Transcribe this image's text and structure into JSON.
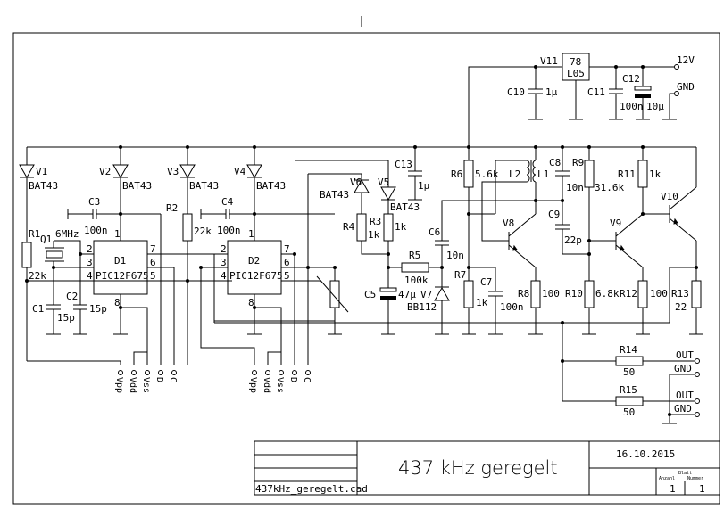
{
  "title_block": {
    "title": "437 kHz geregelt",
    "filename": "437kHz_geregelt.cad",
    "date": "16.10.2015",
    "sheet_label": "Blatt",
    "count_label": "Anzahl",
    "number_label": "Nummer",
    "sheet_count": "1",
    "sheet_number": "1"
  },
  "components": {
    "V1": {
      "ref": "V1",
      "value": "BAT43"
    },
    "V2": {
      "ref": "V2",
      "value": "BAT43"
    },
    "V3": {
      "ref": "V3",
      "value": "BAT43"
    },
    "V4": {
      "ref": "V4",
      "value": "BAT43"
    },
    "V5": {
      "ref": "V5",
      "value": "BAT43"
    },
    "V6": {
      "ref": "V6",
      "value": "BAT43"
    },
    "V7": {
      "ref": "V7",
      "value": "BB112"
    },
    "V8": {
      "ref": "V8"
    },
    "V9": {
      "ref": "V9"
    },
    "V10": {
      "ref": "V10"
    },
    "V11": {
      "ref": "V11",
      "value_line1": "78",
      "value_line2": "L05"
    },
    "R1": {
      "ref": "R1",
      "value": "22k"
    },
    "R2": {
      "ref": "R2",
      "value": "22k"
    },
    "R3": {
      "ref": "R3",
      "value": "1k"
    },
    "R4": {
      "ref": "R4",
      "value": "1k"
    },
    "R5": {
      "ref": "R5",
      "value": "100k"
    },
    "R6": {
      "ref": "R6",
      "value": "5.6k"
    },
    "R7": {
      "ref": "R7",
      "value": "1k"
    },
    "R8": {
      "ref": "R8",
      "value": "100"
    },
    "R9": {
      "ref": "R9",
      "value": "31.6k"
    },
    "R10": {
      "ref": "R10",
      "value": "6.8k"
    },
    "R11": {
      "ref": "R11",
      "value": "1k"
    },
    "R12": {
      "ref": "R12",
      "value": "100"
    },
    "R13": {
      "ref": "R13",
      "value": "22"
    },
    "R14": {
      "ref": "R14",
      "value": "50"
    },
    "R15": {
      "ref": "R15",
      "value": "50"
    },
    "C1": {
      "ref": "C1",
      "value": "15p"
    },
    "C2": {
      "ref": "C2",
      "value": "15p"
    },
    "C3": {
      "ref": "C3",
      "value": "100n"
    },
    "C4": {
      "ref": "C4",
      "value": "100n"
    },
    "C5": {
      "ref": "C5",
      "value": "47µ"
    },
    "C6": {
      "ref": "C6",
      "value": "10n"
    },
    "C7": {
      "ref": "C7",
      "value": "100n"
    },
    "C8": {
      "ref": "C8",
      "value": "10n"
    },
    "C9": {
      "ref": "C9",
      "value": "22p"
    },
    "C10": {
      "ref": "C10",
      "value": "1µ"
    },
    "C11": {
      "ref": "C11",
      "value": "100n"
    },
    "C12": {
      "ref": "C12",
      "value": "10µ"
    },
    "C13": {
      "ref": "C13",
      "value": "1µ"
    },
    "Q1": {
      "ref": "Q1",
      "value": "6MHz"
    },
    "L1": {
      "ref": "L1"
    },
    "L2": {
      "ref": "L2"
    },
    "D1": {
      "ref": "D1",
      "part": "PIC12F675",
      "pins": [
        "1",
        "2",
        "3",
        "4",
        "5",
        "6",
        "7",
        "8"
      ]
    },
    "D2": {
      "ref": "D2",
      "part": "PIC12F675",
      "pins": [
        "1",
        "2",
        "3",
        "4",
        "5",
        "6",
        "7",
        "8"
      ]
    }
  },
  "ports": {
    "supply": "12V",
    "supply_gnd": "GND",
    "out1": "OUT",
    "gnd1": "GND",
    "out2": "OUT",
    "gnd2": "GND",
    "prog1": [
      "Vpp",
      "Vdd",
      "Vss",
      "D",
      "C"
    ],
    "prog2": [
      "Vpp",
      "Vdd",
      "Vss",
      "D",
      "C"
    ]
  }
}
